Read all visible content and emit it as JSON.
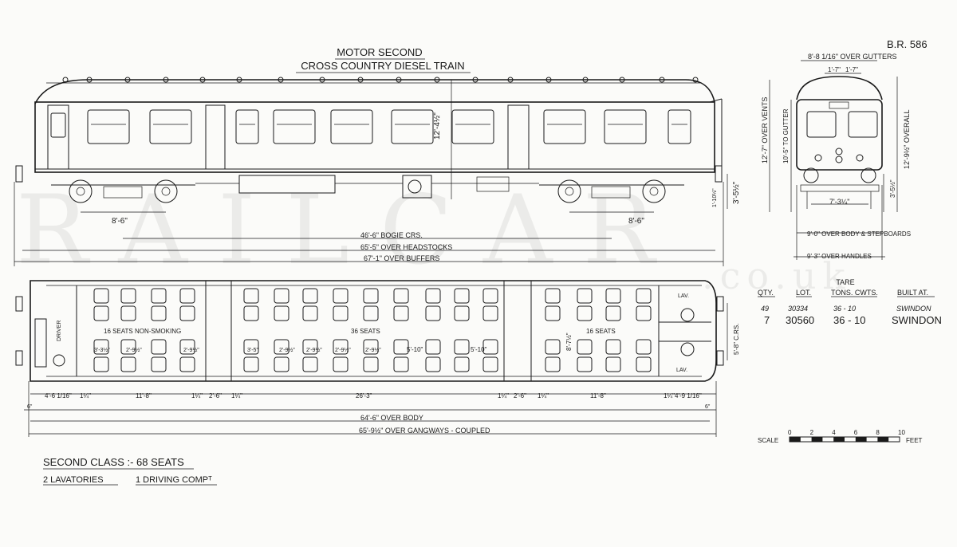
{
  "drawing": {
    "ref": "B.R. 586",
    "title_line1": "MOTOR SECOND",
    "title_line2": "CROSS COUNTRY DIESEL TRAIN"
  },
  "watermark": {
    "main": "RAILCAR",
    "suffix": ".co.uk"
  },
  "side_dims": {
    "bogie_left": "8'-6\"",
    "bogie_right": "8'-6\"",
    "bogie_centres": "46'-6\" BOGIE CRS.",
    "over_headstocks": "65'-5\" OVER HEADSTOCKS",
    "over_buffers": "67'-1\" OVER BUFFERS",
    "height_centre": "12'-4½\"",
    "buffer_height": "3'-5½\"",
    "step_height": "1'-10½\""
  },
  "end_dims": {
    "over_gutters": "8'-8 1/16\" OVER GUTTERS",
    "vent_spacing_a": "1'-7\"",
    "vent_spacing_b": "1'-7\"",
    "over_vents": "12'-7\" OVER VENTS",
    "to_gutter": "10'-5\" TO GUTTER",
    "overall": "12'-9½\" OVERALL",
    "buffer_ctrs": "7'-3¼\"",
    "buffer_h": "3'-5½\"",
    "over_body": "9'-0\" OVER BODY & STEPBOARDS",
    "over_handles": "9'-3\" OVER HANDLES"
  },
  "plan": {
    "saloon1": "16 SEATS NON-SMOKING",
    "saloon2": "36 SEATS",
    "saloon3": "16 SEATS",
    "driver": "DRIVER",
    "lav_upper": "LAV.",
    "lav_lower": "LAV.",
    "pitch1": [
      "3'-3½\"",
      "2'-9½\"",
      "2'-9½\""
    ],
    "pitch2": [
      "3'-5\"",
      "2'-9½\"",
      "2'-9½\"",
      "2'-9½\"",
      "2'-9½\""
    ],
    "bay_a": "5'-10\"",
    "bay_b": "5'-10\"",
    "inner_width": "8'-7½\"",
    "lav_ctrs": "5'-8\" C.RS.",
    "dims_row": [
      "4'-6 1/16\"",
      "1¼\"",
      "11'-8\"",
      "1¼\"",
      "2'-6\"",
      "1¼\"",
      "26'-3\"",
      "1¼\"",
      "2'-6\"",
      "1¼\"",
      "11'-8\"",
      "1¼\"",
      "4'-9 1/16\""
    ],
    "end_left": "6\"",
    "end_right": "6\"",
    "over_body": "64'-6\" OVER BODY",
    "over_gangways": "65'-9½\" OVER GANGWAYS - COUPLED"
  },
  "tare_table": {
    "header_group": "TARE",
    "headers": [
      "QTY.",
      "LOT.",
      "TONS. CWTS.",
      "BUILT AT."
    ],
    "rows": [
      [
        "49",
        "30334",
        "36 - 10",
        "SWINDON"
      ],
      [
        "7",
        "30560",
        "36 - 10",
        "SWINDON"
      ]
    ]
  },
  "scale": {
    "label": "SCALE",
    "unit": "FEET",
    "ticks": [
      "0",
      "2",
      "4",
      "6",
      "8",
      "10"
    ]
  },
  "summary": {
    "line1": "SECOND CLASS :- 68 SEATS",
    "line2a": "2 LAVATORIES",
    "line2b": "1 DRIVING COMPᵀ"
  }
}
